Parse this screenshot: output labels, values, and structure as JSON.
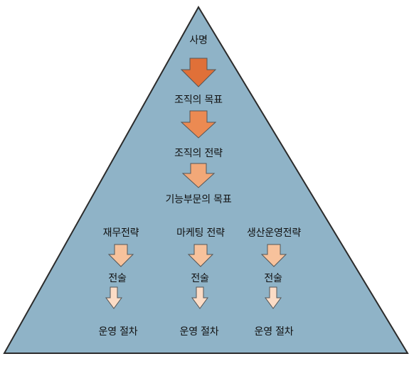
{
  "diagram": {
    "colors": {
      "triangle_fill": "#8fb3c7",
      "triangle_stroke": "#2b2b2b",
      "arrow_stroke": "#555555",
      "arrow_levels": [
        "#e07038",
        "#ec8a52",
        "#f2a878",
        "#f7c29c",
        "#fbdcc6"
      ]
    },
    "levels": {
      "mission": "사명",
      "org_goal": "조직의 목표",
      "org_strategy": "조직의 전략",
      "functional_goal": "기능부문의 목표"
    },
    "branches": [
      {
        "strategy": "재무전략",
        "tactic": "전술",
        "procedure": "운영 절차"
      },
      {
        "strategy": "마케팅 전략",
        "tactic": "전술",
        "procedure": "운영 절차"
      },
      {
        "strategy": "생산운영전략",
        "tactic": "전술",
        "procedure": "운영 절차"
      }
    ]
  }
}
